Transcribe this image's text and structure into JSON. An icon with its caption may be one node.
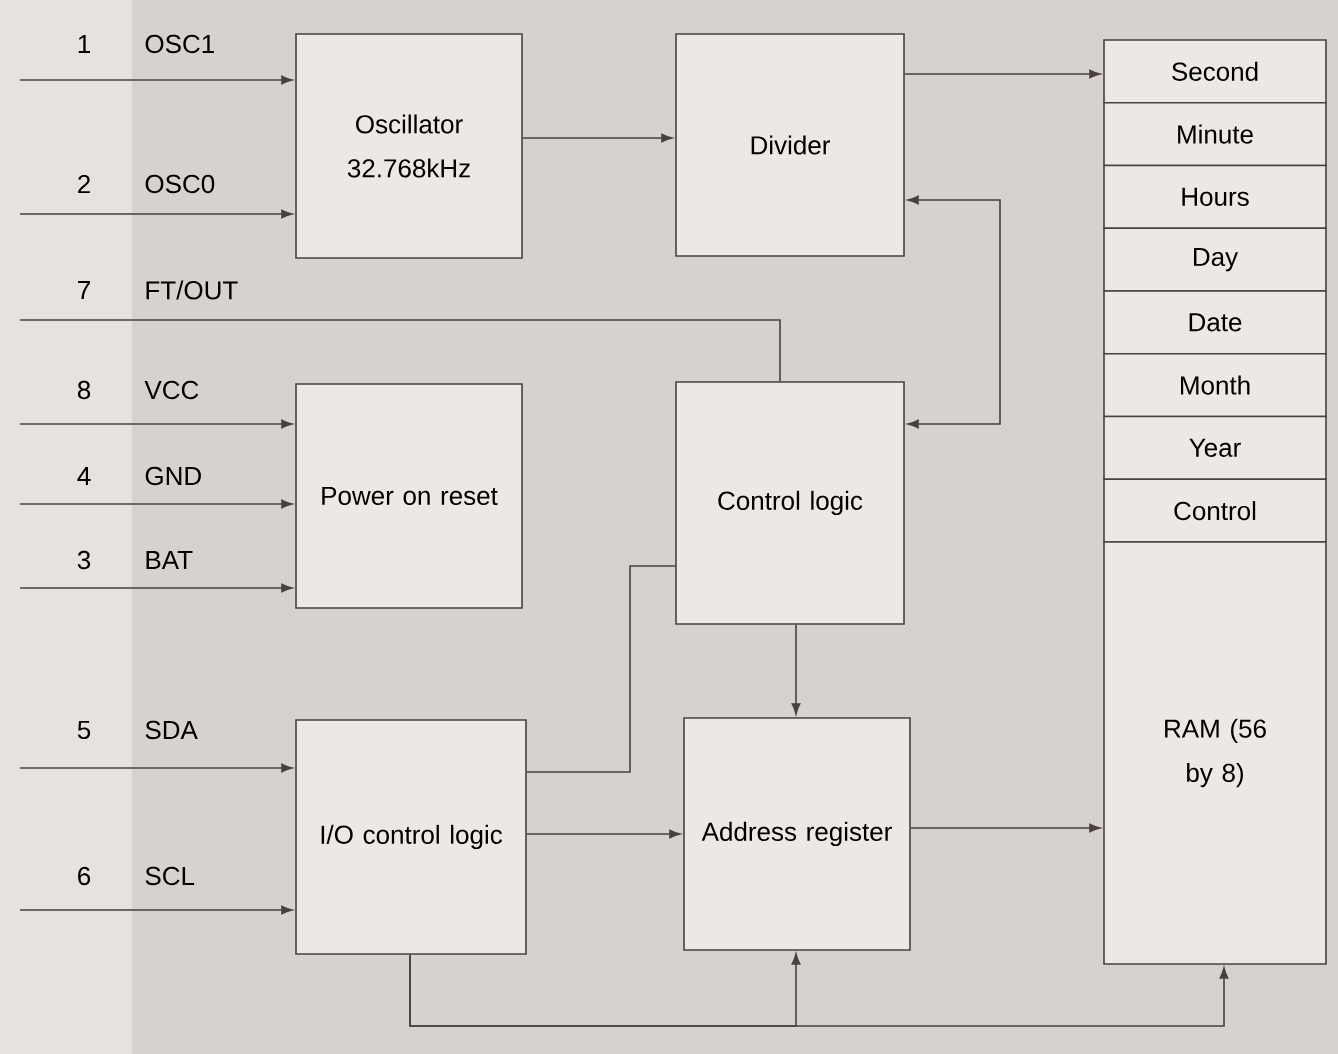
{
  "diagram": {
    "nodes": [
      {
        "text": [
          "Oscillator",
          "32.768kHz"
        ]
      },
      {
        "text": [
          "Divider"
        ]
      },
      {
        "text": [
          "Power on reset"
        ]
      },
      {
        "text": [
          "Control logic"
        ]
      },
      {
        "text": [
          "I/O control logic"
        ]
      },
      {
        "text": [
          "Address register"
        ]
      },
      {
        "text": [
          "Second"
        ]
      },
      {
        "text": [
          "Minute"
        ]
      },
      {
        "text": [
          "Hours"
        ]
      },
      {
        "text": [
          "Day"
        ]
      },
      {
        "text": [
          "Date"
        ]
      },
      {
        "text": [
          "Month"
        ]
      },
      {
        "text": [
          "Year"
        ]
      },
      {
        "text": [
          "Control"
        ]
      },
      {
        "text": [
          "RAM (56 by 8)"
        ]
      }
    ],
    "edges": [
      {
        "from": null,
        "to": 0,
        "arrow": "to"
      },
      {
        "from": null,
        "to": 0,
        "arrow": "to"
      },
      {
        "from": 0,
        "to": 1,
        "arrow": "to"
      },
      {
        "from": 1,
        "to": 6,
        "arrow": "to"
      },
      {
        "from": 1,
        "to": 3,
        "arrow": "both"
      },
      {
        "from": 3,
        "to": null,
        "arrow": "none"
      },
      {
        "from": null,
        "to": 2,
        "arrow": "to"
      },
      {
        "from": null,
        "to": 2,
        "arrow": "to"
      },
      {
        "from": null,
        "to": 2,
        "arrow": "to"
      },
      {
        "from": null,
        "to": 4,
        "arrow": "to"
      },
      {
        "from": null,
        "to": 4,
        "arrow": "to"
      },
      {
        "from": 4,
        "to": 3,
        "arrow": "none"
      },
      {
        "from": 3,
        "to": 5,
        "arrow": "to"
      },
      {
        "from": 4,
        "to": 5,
        "arrow": "to"
      },
      {
        "from": 5,
        "to": 14,
        "arrow": "to"
      },
      {
        "from": 4,
        "to": 5,
        "arrow": "to"
      },
      {
        "from": 4,
        "to": 14,
        "arrow": "to"
      }
    ],
    "labels": [
      "1",
      "OSC1",
      "2",
      "OSC0",
      "7",
      "FT/OUT",
      "8",
      "VCC",
      "4",
      "GND",
      "3",
      "BAT",
      "5",
      "SDA",
      "6",
      "SCL"
    ]
  }
}
